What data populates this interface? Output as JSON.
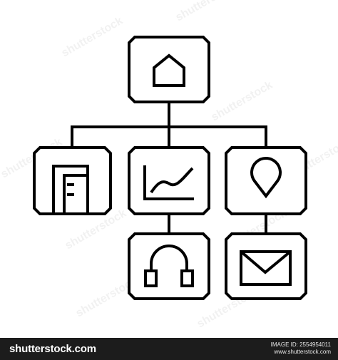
{
  "colors": {
    "stroke": "#000000",
    "background": "#ffffff",
    "footer_bg": "#1c1c1c",
    "footer_text": "#ffffff"
  },
  "nodes": [
    {
      "id": "root",
      "icon": "home-icon"
    },
    {
      "id": "building",
      "icon": "building-icon"
    },
    {
      "id": "chart",
      "icon": "line-chart-icon"
    },
    {
      "id": "location",
      "icon": "map-pin-icon"
    },
    {
      "id": "support",
      "icon": "headphones-icon"
    },
    {
      "id": "mail",
      "icon": "envelope-icon"
    }
  ],
  "watermark": {
    "text": "shutterstock"
  },
  "footer": {
    "brand": "shutterstock.com",
    "image_id_line": "IMAGE ID: 2554954011",
    "site_line": "www.shutterstock.com"
  }
}
